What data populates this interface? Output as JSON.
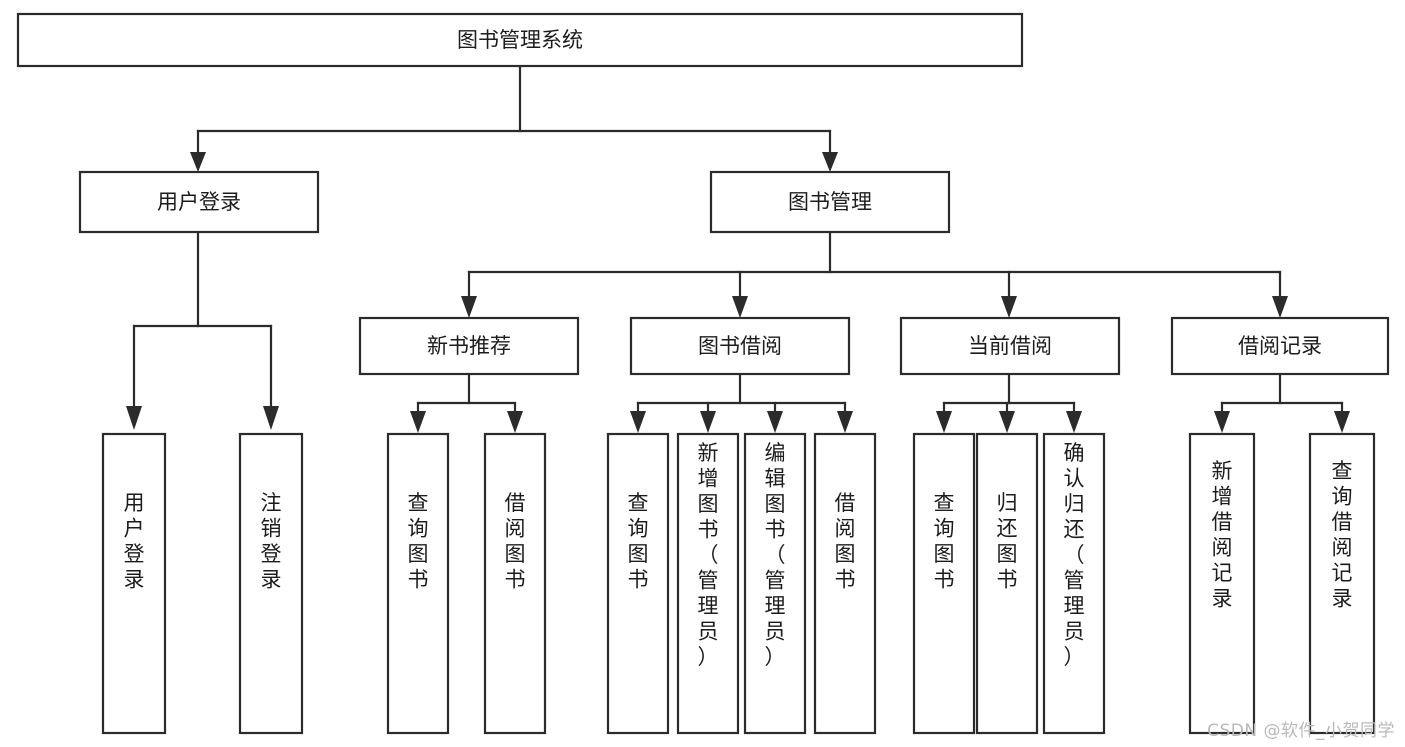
{
  "diagram": {
    "title": "图书管理系统",
    "watermark": "CSDN @软件_小贺同学",
    "type": "tree",
    "accent_color": "#2b2b2b",
    "background_color": "#ffffff",
    "nodes": {
      "root": {
        "label": "图书管理系统"
      },
      "level2": [
        {
          "id": "user-login",
          "label": "用户登录"
        },
        {
          "id": "book-manage",
          "label": "图书管理"
        }
      ],
      "level3": [
        {
          "id": "new-book-recommend",
          "label": "新书推荐"
        },
        {
          "id": "book-borrow",
          "label": "图书借阅"
        },
        {
          "id": "current-borrow",
          "label": "当前借阅"
        },
        {
          "id": "borrow-record",
          "label": "借阅记录"
        }
      ],
      "level4": [
        {
          "id": "leaf-user-login",
          "label": "用户登录",
          "parent": "user-login"
        },
        {
          "id": "leaf-logout-login",
          "label": "注销登录",
          "parent": "user-login"
        },
        {
          "id": "leaf-query-book-1",
          "label": "查询图书",
          "parent": "new-book-recommend"
        },
        {
          "id": "leaf-borrow-book-1",
          "label": "借阅图书",
          "parent": "new-book-recommend"
        },
        {
          "id": "leaf-query-book-2",
          "label": "查询图书",
          "parent": "book-borrow"
        },
        {
          "id": "leaf-add-book",
          "label": "新增图书（管理员）",
          "parent": "book-borrow"
        },
        {
          "id": "leaf-edit-book",
          "label": "编辑图书（管理员）",
          "parent": "book-borrow"
        },
        {
          "id": "leaf-borrow-book-2",
          "label": "借阅图书",
          "parent": "book-borrow"
        },
        {
          "id": "leaf-query-book-3",
          "label": "查询图书",
          "parent": "current-borrow"
        },
        {
          "id": "leaf-return-book",
          "label": "归还图书",
          "parent": "current-borrow"
        },
        {
          "id": "leaf-confirm-return",
          "label": "确认归还（管理员）",
          "parent": "current-borrow"
        },
        {
          "id": "leaf-add-record",
          "label": "新增借阅记录",
          "parent": "borrow-record"
        },
        {
          "id": "leaf-query-record",
          "label": "查询借阅记录",
          "parent": "borrow-record"
        }
      ]
    }
  }
}
